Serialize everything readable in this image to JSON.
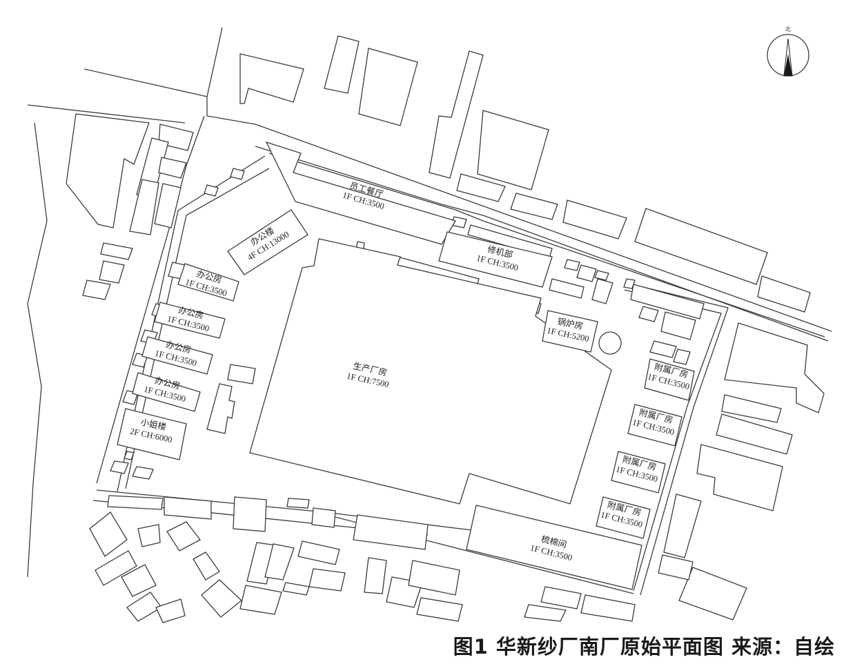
{
  "labels": {
    "canteen": {
      "name": "员工餐厅",
      "spec": "1F CH:3500"
    },
    "office_tower": {
      "name": "办公楼",
      "spec": "4F CH:13000"
    },
    "repair": {
      "name": "修机部",
      "spec": "1F CH:3500"
    },
    "office1": {
      "name": "办公房",
      "spec": "1F CH:3500"
    },
    "office2": {
      "name": "办公房",
      "spec": "1F CH:3500"
    },
    "office3": {
      "name": "办公房",
      "spec": "1F CH:3500"
    },
    "office4": {
      "name": "办公房",
      "spec": "1F CH:3500"
    },
    "dorm": {
      "name": "小姐楼",
      "spec": "2F CH:6000"
    },
    "main_hall": {
      "name": "生产厂房",
      "spec": "1F CH:7500"
    },
    "boiler": {
      "name": "锅炉房",
      "spec": "1F CH:5200"
    },
    "annex1": {
      "name": "附属厂房",
      "spec": "1F CH:3500"
    },
    "annex2": {
      "name": "附属厂房",
      "spec": "1F CH:3500"
    },
    "annex3": {
      "name": "附属厂房",
      "spec": "1F CH:3500"
    },
    "annex4": {
      "name": "附属厂房",
      "spec": "1F CH:3500"
    },
    "cotton": {
      "name": "梳棉间",
      "spec": "1F CH:3500"
    }
  },
  "north_arrow": {
    "symbol": "北"
  },
  "caption": "图1  华新纱厂南厂原始平面图  来源：自绘"
}
